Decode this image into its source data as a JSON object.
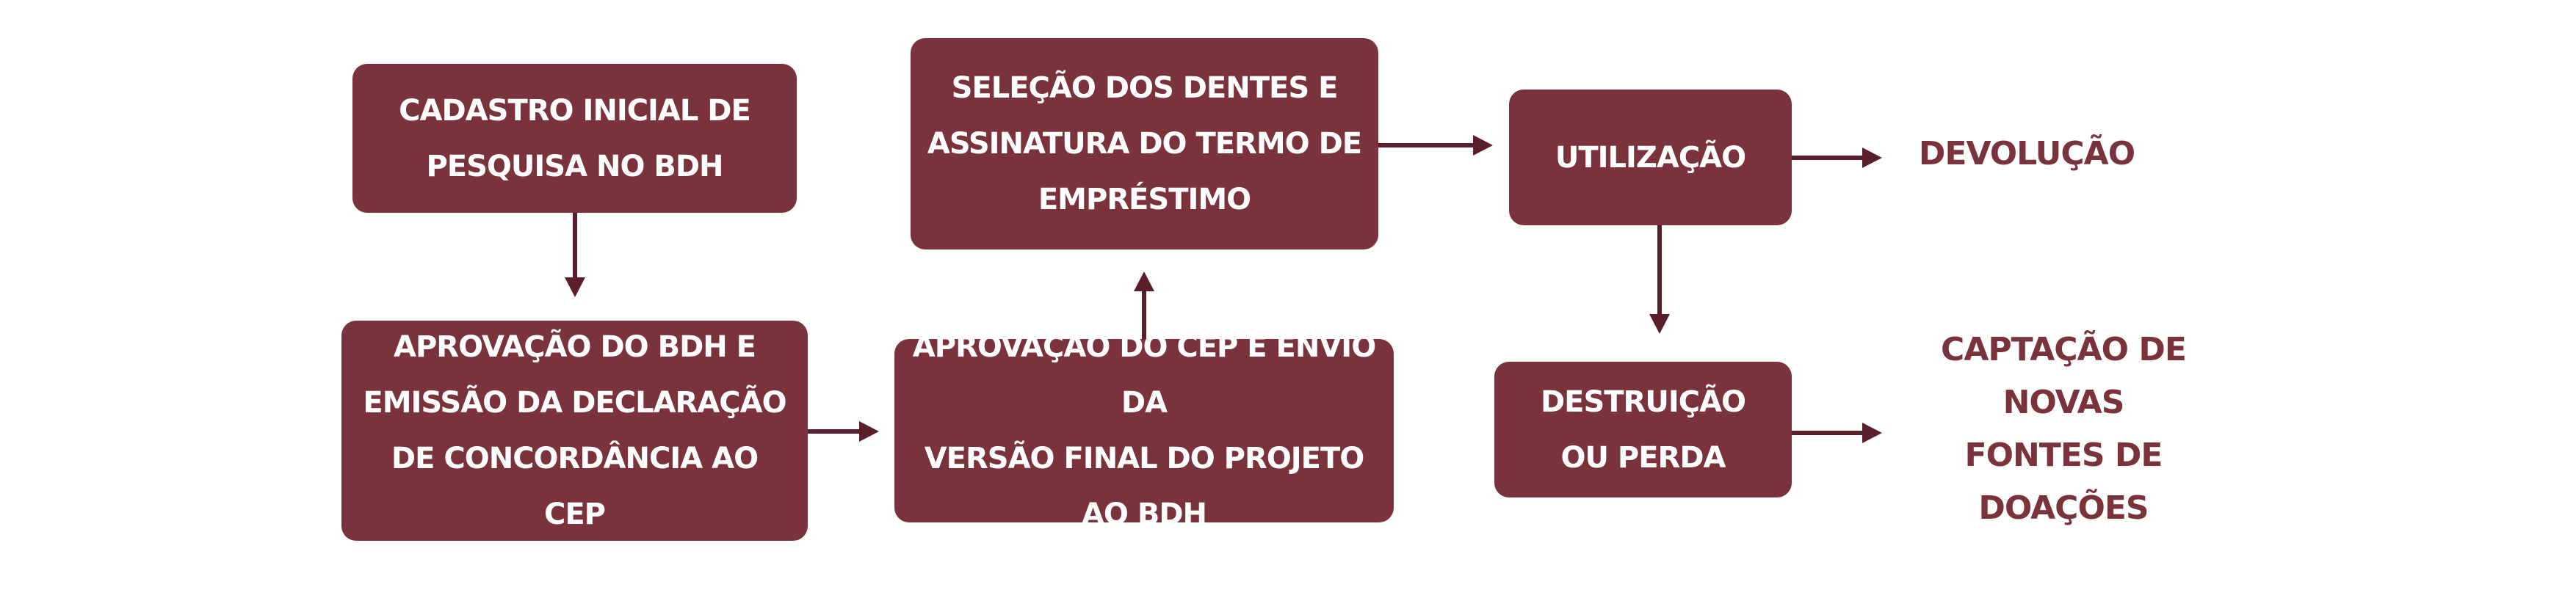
{
  "diagram": {
    "nodes": {
      "cadastro": "CADASTRO INICIAL DE\nPESQUISA NO BDH",
      "aprovacao_bdh": "APROVAÇÃO DO BDH E\nEMISSÃO DA DECLARAÇÃO\nDE CONCORDÂNCIA AO CEP",
      "aprovacao_cep": "APROVAÇÃO DO CEP E  ENVIO DA\nVERSÃO FINAL DO PROJETO AO BDH",
      "selecao": "SELEÇÃO DOS DENTES E\nASSINATURA DO TERMO DE\nEMPRÉSTIMO",
      "utilizacao": "UTILIZAÇÃO",
      "destruicao": "DESTRUIÇÃO\nOU PERDA"
    },
    "outcomes": {
      "devolucao": "DEVOLUÇÃO",
      "captacao": "CAPTAÇÃO DE NOVAS\nFONTES DE DOAÇÕES"
    },
    "colors": {
      "box_fill": "#7a323c",
      "box_text": "#ffffff",
      "outcome_text": "#7a323c",
      "arrow": "#5a1f2a"
    }
  }
}
